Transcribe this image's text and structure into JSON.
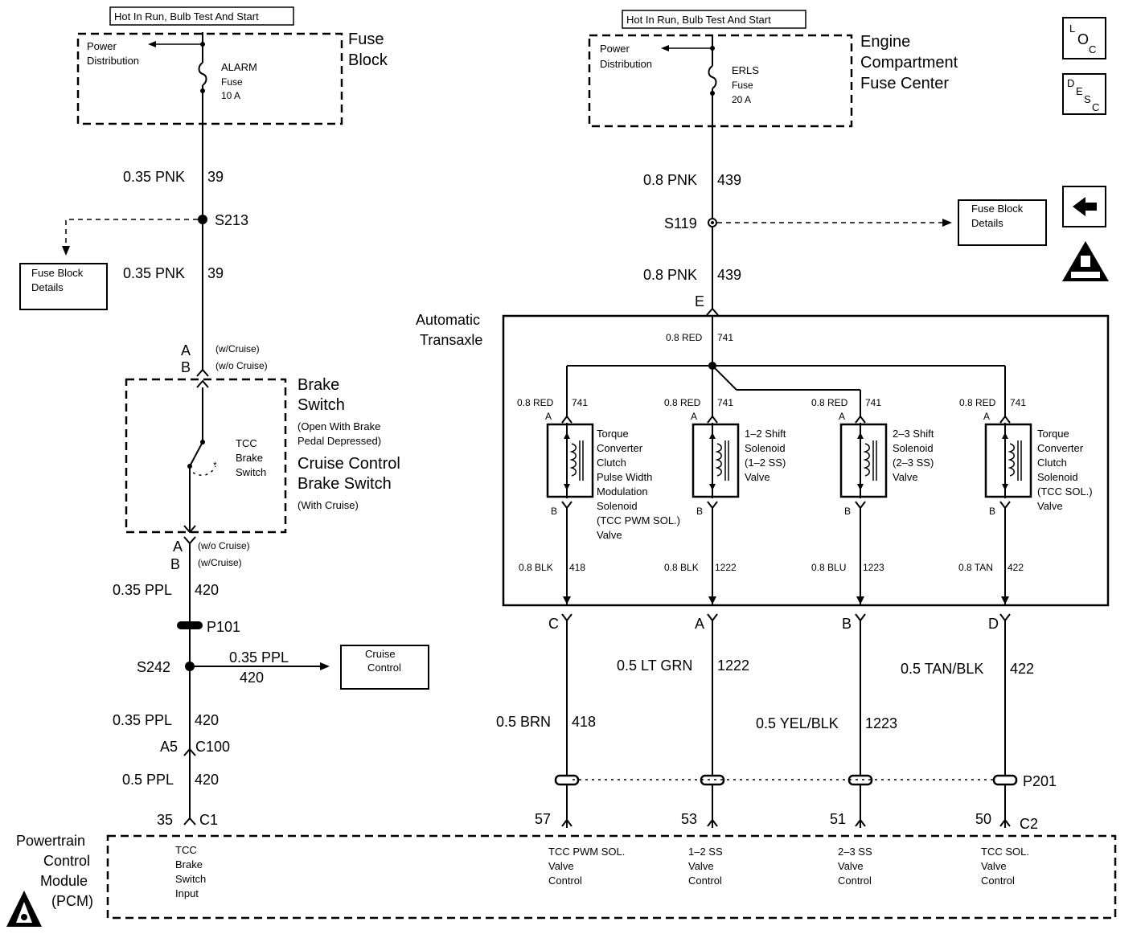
{
  "left_circuit": {
    "hot_label": "Hot In Run, Bulb Test And Start",
    "fuse_block_title": [
      "Fuse",
      "Block"
    ],
    "power_distribution": [
      "Power",
      "Distribution"
    ],
    "fuse": [
      "ALARM",
      "Fuse",
      "10 A"
    ],
    "wire_top": {
      "gauge": "0.35 PNK",
      "circuit": "39"
    },
    "splice_top": "S213",
    "wire_mid": {
      "gauge": "0.35 PNK",
      "circuit": "39"
    },
    "fuse_details_box": [
      "Fuse Block",
      "Details"
    ],
    "conn_top": {
      "a": "A",
      "b": "B",
      "a_note": "(w/Cruise)",
      "b_note": "(w/o Cruise)"
    },
    "brake_switch_title": [
      "Brake",
      "Switch"
    ],
    "brake_switch_note": [
      "(Open With Brake",
      "Pedal Depressed)"
    ],
    "cruise_switch_title": [
      "Cruise Control",
      "Brake Switch"
    ],
    "cruise_switch_note": "(With Cruise)",
    "tcc_switch_label": [
      "TCC",
      "Brake",
      "Switch"
    ],
    "conn_bottom": {
      "a": "A",
      "b": "B",
      "a_note": "(w/o Cruise)",
      "b_note": "(w/Cruise)"
    },
    "wire_ppl1": {
      "gauge": "0.35 PPL",
      "circuit": "420"
    },
    "p101": "P101",
    "splice_s242": "S242",
    "branch_wire": {
      "gauge": "0.35 PPL",
      "circuit": "420"
    },
    "cruise_box": [
      "Cruise",
      "Control"
    ],
    "wire_ppl2": {
      "gauge": "0.35 PPL",
      "circuit": "420"
    },
    "c100": {
      "pin": "A5",
      "name": "C100"
    },
    "wire_ppl3": {
      "gauge": "0.5 PPL",
      "circuit": "420"
    },
    "pcm_pin": {
      "pin": "35",
      "conn": "C1"
    }
  },
  "right_circuit": {
    "hot_label": "Hot In Run, Bulb Test And Start",
    "power_distribution": [
      "Power",
      "Distribution"
    ],
    "fuse": [
      "ERLS",
      "Fuse",
      "20 A"
    ],
    "fuse_center_title": [
      "Engine",
      "Compartment",
      "Fuse Center"
    ],
    "wire_top": {
      "gauge": "0.8 PNK",
      "circuit": "439"
    },
    "splice": "S119",
    "fuse_details_box": [
      "Fuse Block",
      "Details"
    ],
    "wire_mid": {
      "gauge": "0.8 PNK",
      "circuit": "439"
    },
    "conn_e": "E",
    "transaxle_title": [
      "Automatic",
      "Transaxle"
    ],
    "wire_red": {
      "gauge": "0.8 RED",
      "circuit": "741"
    },
    "solenoids": [
      {
        "red": {
          "gauge": "0.8 RED",
          "circuit": "741"
        },
        "pin_a": "A",
        "pin_b": "B",
        "name": [
          "Torque",
          "Converter",
          "Clutch",
          "Pulse Width",
          "Modulation",
          "Solenoid",
          "(TCC PWM SOL.)",
          "Valve"
        ],
        "out_wire": {
          "gauge": "0.8 BLK",
          "circuit": "418"
        },
        "conn": "C",
        "harness": {
          "gauge": "0.5 BRN",
          "circuit": "418"
        },
        "pcm_pin": "57",
        "pcm_label": [
          "TCC PWM SOL.",
          "Valve",
          "Control"
        ]
      },
      {
        "red": {
          "gauge": "0.8 RED",
          "circuit": "741"
        },
        "pin_a": "A",
        "pin_b": "B",
        "name": [
          "1–2 Shift",
          "Solenoid",
          "(1–2 SS)",
          "Valve"
        ],
        "out_wire": {
          "gauge": "0.8 BLK",
          "circuit": "1222"
        },
        "conn": "A",
        "harness": {
          "gauge": "0.5 LT GRN",
          "circuit": "1222"
        },
        "pcm_pin": "53",
        "pcm_label": [
          "1–2 SS",
          "Valve",
          "Control"
        ]
      },
      {
        "red": {
          "gauge": "0.8 RED",
          "circuit": "741"
        },
        "pin_a": "A",
        "pin_b": "B",
        "name": [
          "2–3 Shift",
          "Solenoid",
          "(2–3 SS)",
          "Valve"
        ],
        "out_wire": {
          "gauge": "0.8 BLU",
          "circuit": "1223"
        },
        "conn": "B",
        "harness": {
          "gauge": "0.5 YEL/BLK",
          "circuit": "1223"
        },
        "pcm_pin": "51",
        "pcm_label": [
          "2–3 SS",
          "Valve",
          "Control"
        ]
      },
      {
        "red": {
          "gauge": "0.8 RED",
          "circuit": "741"
        },
        "pin_a": "A",
        "pin_b": "B",
        "name": [
          "Torque",
          "Converter",
          "Clutch",
          "Solenoid",
          "(TCC SOL.)",
          "Valve"
        ],
        "out_wire": {
          "gauge": "0.8 TAN",
          "circuit": "422"
        },
        "conn": "D",
        "harness": {
          "gauge": "0.5 TAN/BLK",
          "circuit": "422"
        },
        "pcm_pin": "50",
        "pcm_label": [
          "TCC SOL.",
          "Valve",
          "Control"
        ]
      }
    ],
    "p201": "P201",
    "pcm_conn": "C2"
  },
  "pcm": {
    "title": [
      "Powertrain",
      "Control",
      "Module",
      "(PCM)"
    ],
    "left_label": [
      "TCC",
      "Brake",
      "Switch",
      "Input"
    ]
  },
  "icons": {
    "loc": {
      "l": "L",
      "o": "O",
      "c": "C"
    },
    "desc": {
      "d": "D",
      "e": "E",
      "s": "S",
      "c": "C"
    },
    "back_arrow": "back-arrow-icon",
    "warning": "warning-triangle-icon",
    "esd": "esd-warning-icon"
  }
}
